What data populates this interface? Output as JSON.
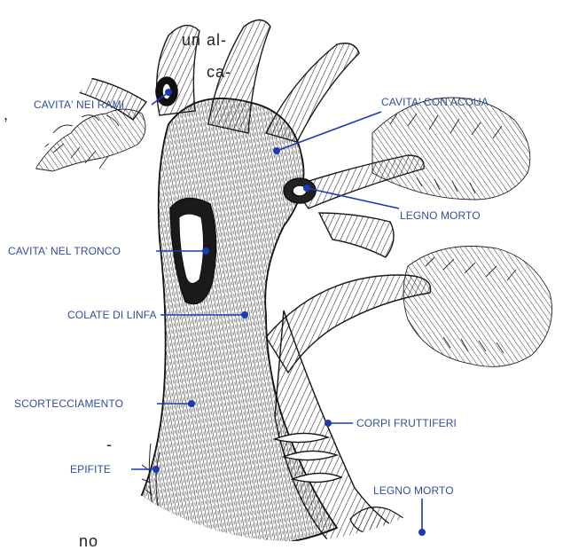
{
  "colors": {
    "label": "#2f4f9a",
    "leader": "#1a3bb3",
    "ink": "#1d1d1d",
    "paper": "#ffffff"
  },
  "text_fragments": [
    "un al-",
    "ca-",
    ",",
    "-",
    "no"
  ],
  "labels": [
    "CAVITA' NEI RAMI",
    "CAVITA' CON ACQUA",
    "LEGNO MORTO",
    "CAVITA' NEL TRONCO",
    "COLATE DI LINFA",
    "SCORTECCIAMENTO",
    "CORPI FRUTTIFERI",
    "EPIFITE",
    "LEGNO MORTO"
  ]
}
